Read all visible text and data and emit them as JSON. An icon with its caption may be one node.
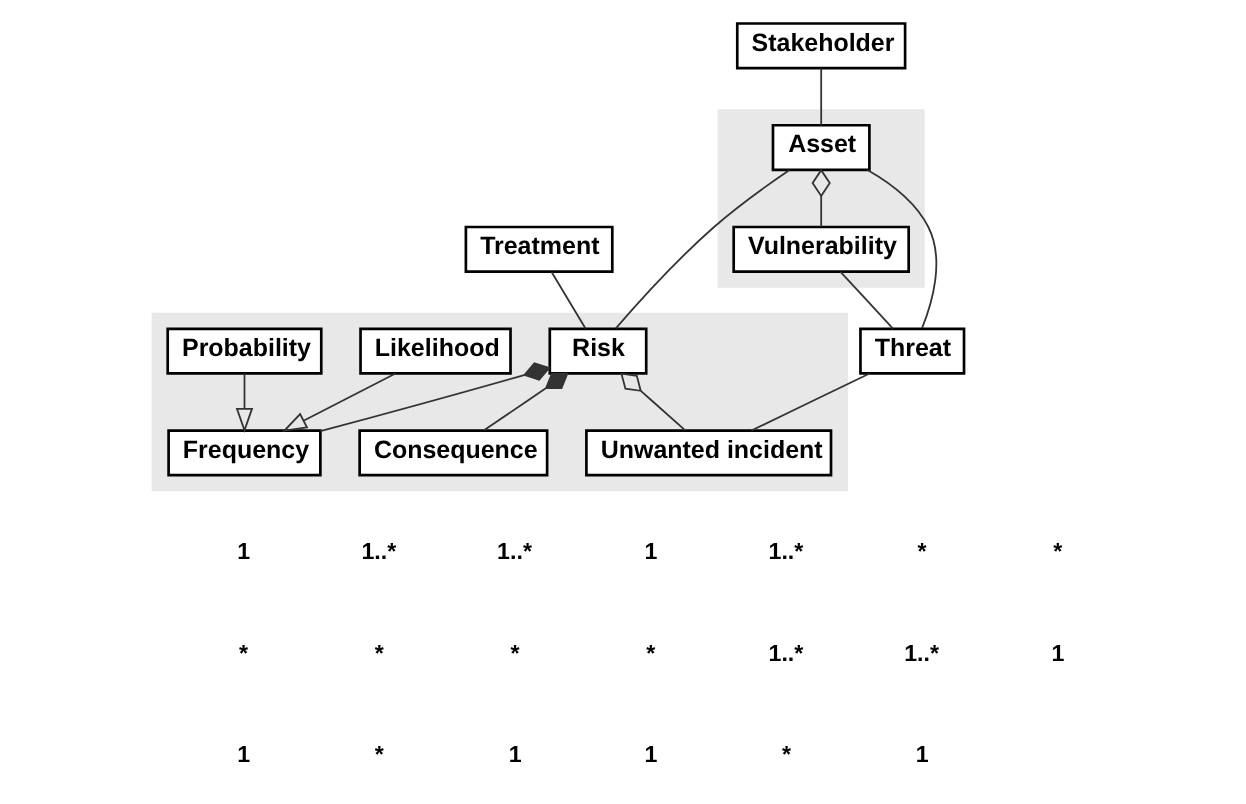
{
  "diagram": {
    "nodes": [
      {
        "text": [],
        "shape": "box"
      },
      {
        "text": [
          "Stakeholder"
        ]
      },
      {
        "text": [
          "Asset"
        ],
        "in": 0
      },
      {
        "text": [
          "Vulnerability"
        ],
        "in": 0
      },
      {
        "text": [
          "Treatment"
        ]
      },
      {
        "text": [
          "Threat"
        ]
      },
      {
        "text": [],
        "shape": "box"
      },
      {
        "text": [
          "Risk"
        ],
        "in": 6
      },
      {
        "text": [
          "Frequency"
        ],
        "in": 6
      },
      {
        "text": [
          "Consequence"
        ],
        "in": 6
      },
      {
        "text": [
          "Unwanted incident"
        ],
        "in": 6
      },
      {
        "text": [
          "Likelihood"
        ],
        "in": 6
      },
      {
        "text": [
          "Probability"
        ],
        "in": 6
      }
    ],
    "edges": [
      {
        "from": 1,
        "to": 2,
        "arrow": "none"
      },
      {
        "from": 2,
        "to": 5,
        "arrow": "none"
      },
      {
        "from": 2,
        "to": 3,
        "arrow": "other"
      },
      {
        "from": 2,
        "to": 7,
        "arrow": "none"
      },
      {
        "from": 3,
        "to": 5,
        "arrow": "none"
      },
      {
        "from": 4,
        "to": 7,
        "arrow": "none"
      },
      {
        "from": 5,
        "to": 10,
        "arrow": "none"
      },
      {
        "from": 7,
        "to": 8,
        "arrow": "other"
      },
      {
        "from": 7,
        "to": 9,
        "arrow": "other"
      },
      {
        "from": 7,
        "to": 10,
        "arrow": "other"
      },
      {
        "from": 11,
        "to": 8,
        "arrow": "to"
      },
      {
        "from": 12,
        "to": 8,
        "arrow": "to"
      }
    ],
    "labels": [
      "1",
      "1..*",
      "1..*",
      "1",
      "1..*",
      "*",
      "*",
      "*",
      "*",
      "*",
      "*",
      "1..*",
      "1..*",
      "1",
      "1",
      "*",
      "1",
      "1",
      "*",
      "1"
    ]
  }
}
